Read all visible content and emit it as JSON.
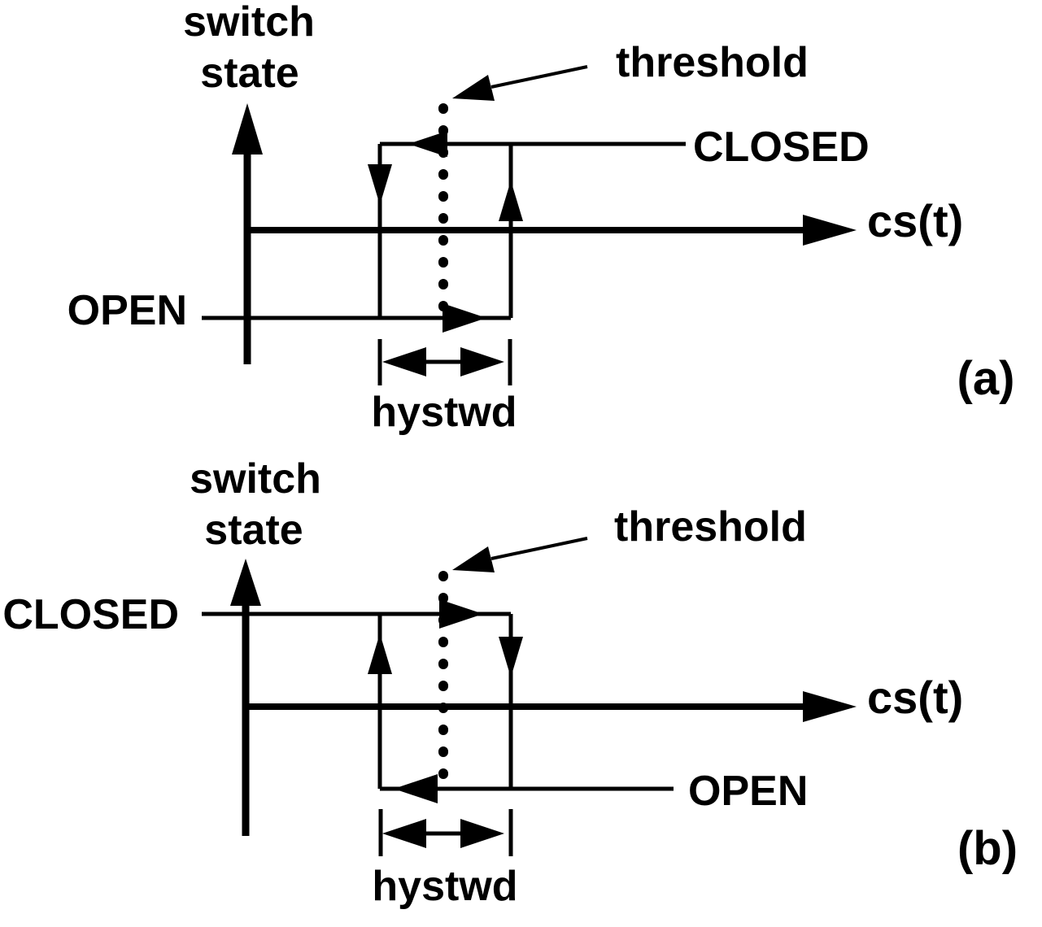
{
  "colors": {
    "ink": "#000000",
    "background": "#ffffff"
  },
  "panel_a": {
    "y_axis_label_line1": "switch",
    "y_axis_label_line2": "state",
    "x_axis_label": "cs(t)",
    "threshold_label": "threshold",
    "closed_label": "CLOSED",
    "open_label": "OPEN",
    "hysteresis_width_label": "hystwd",
    "caption": "(a)"
  },
  "panel_b": {
    "y_axis_label_line1": "switch",
    "y_axis_label_line2": "state",
    "x_axis_label": "cs(t)",
    "threshold_label": "threshold",
    "closed_label": "CLOSED",
    "open_label": "OPEN",
    "hysteresis_width_label": "hystwd",
    "caption": "(b)"
  }
}
